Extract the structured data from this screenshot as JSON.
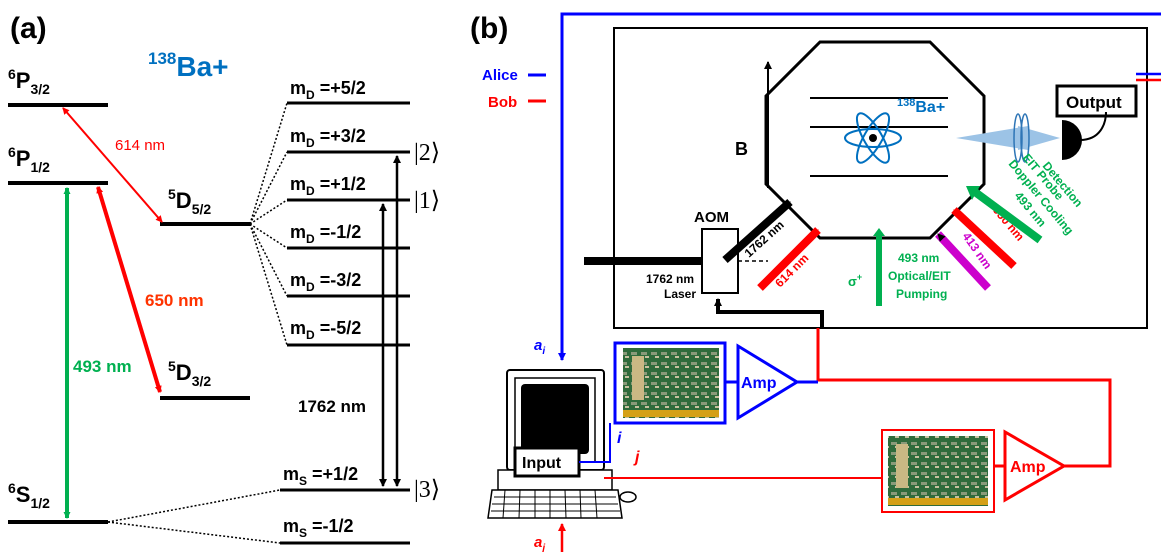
{
  "panel_a": {
    "label": "(a)",
    "isotope": {
      "mass": "138",
      "symbol": "Ba+"
    },
    "levels": {
      "p32": {
        "n": "6",
        "L": "P",
        "J": "3/2"
      },
      "p12": {
        "n": "6",
        "L": "P",
        "J": "1/2"
      },
      "d52": {
        "n": "5",
        "L": "D",
        "J": "5/2"
      },
      "d32": {
        "n": "5",
        "L": "D",
        "J": "3/2"
      },
      "s12": {
        "n": "6",
        "L": "S",
        "J": "1/2"
      }
    },
    "mD_sublevels": [
      {
        "sub": "D",
        "value": " =+5/2"
      },
      {
        "sub": "D",
        "value": " =+3/2"
      },
      {
        "sub": "D",
        "value": " =+1/2"
      },
      {
        "sub": "D",
        "value": " =-1/2"
      },
      {
        "sub": "D",
        "value": " =-3/2"
      },
      {
        "sub": "D",
        "value": " =-5/2"
      }
    ],
    "mS_sublevels": [
      {
        "sub": "S",
        "value": " =+1/2"
      },
      {
        "sub": "S",
        "value": " =-1/2"
      }
    ],
    "transitions": {
      "t614": "614 nm",
      "t650": "650 nm",
      "t493": "493 nm",
      "t1762": "1762 nm"
    },
    "kets": {
      "k2": "|2⟩",
      "k1": "|1⟩",
      "k3": "|3⟩"
    }
  },
  "panel_b": {
    "label": "(b)",
    "legend": {
      "alice": "Alice",
      "bob": "Bob"
    },
    "output_label": "Output",
    "field_label": "B",
    "ion_label": {
      "mass": "138",
      "symbol": "Ba+"
    },
    "aom_label": "AOM",
    "laser_label_1": "1762 nm",
    "laser_label_2": "Laser",
    "beam_1762": "1762 nm",
    "beam_614": "614 nm",
    "sigma_label": {
      "base": "σ",
      "sup": "+"
    },
    "pumping_labels": [
      "493 nm",
      "Optical/EIT",
      "Pumping"
    ],
    "beam_413": "413 nm",
    "beam_650": "650 nm",
    "beam_493_lines": [
      "493 nm",
      "Doppler Cooling",
      "EIT Probe",
      "Detection"
    ],
    "amp_label": "Amp",
    "input_label": "Input",
    "ai": {
      "base": "a",
      "sub": "i"
    },
    "aj": {
      "base": "a",
      "sub": "j"
    },
    "i_label": "i",
    "j_label": "j"
  },
  "colors": {
    "alice": "#0000ff",
    "bob": "#ff0000",
    "green": "#00b050",
    "purple": "#cc00cc",
    "ion_blue": "#0070c0",
    "orange": "#ff3300"
  }
}
